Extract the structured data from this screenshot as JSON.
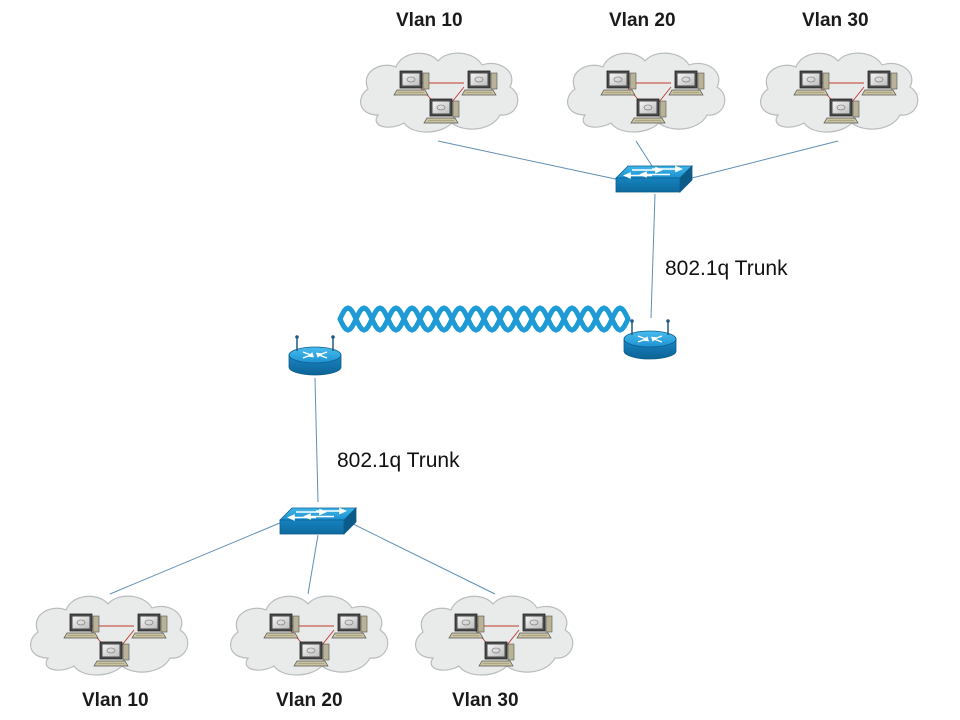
{
  "vlan_groups": {
    "top": [
      {
        "label": "Vlan 10"
      },
      {
        "label": "Vlan 20"
      },
      {
        "label": "Vlan 30"
      }
    ],
    "bottom": [
      {
        "label": "Vlan 10"
      },
      {
        "label": "Vlan 20"
      },
      {
        "label": "Vlan 30"
      }
    ]
  },
  "links": {
    "top_trunk_label": "802.1q Trunk",
    "bottom_trunk_label": "802.1q Trunk"
  },
  "colors": {
    "device_blue": "#1a9ad6",
    "cloud_fill": "#e9eaea",
    "cloud_stroke": "#b9bcbf",
    "link_line": "#5f8fb5",
    "lan_link": "#c0392b",
    "wireless_wave": "#1e9bd7"
  }
}
